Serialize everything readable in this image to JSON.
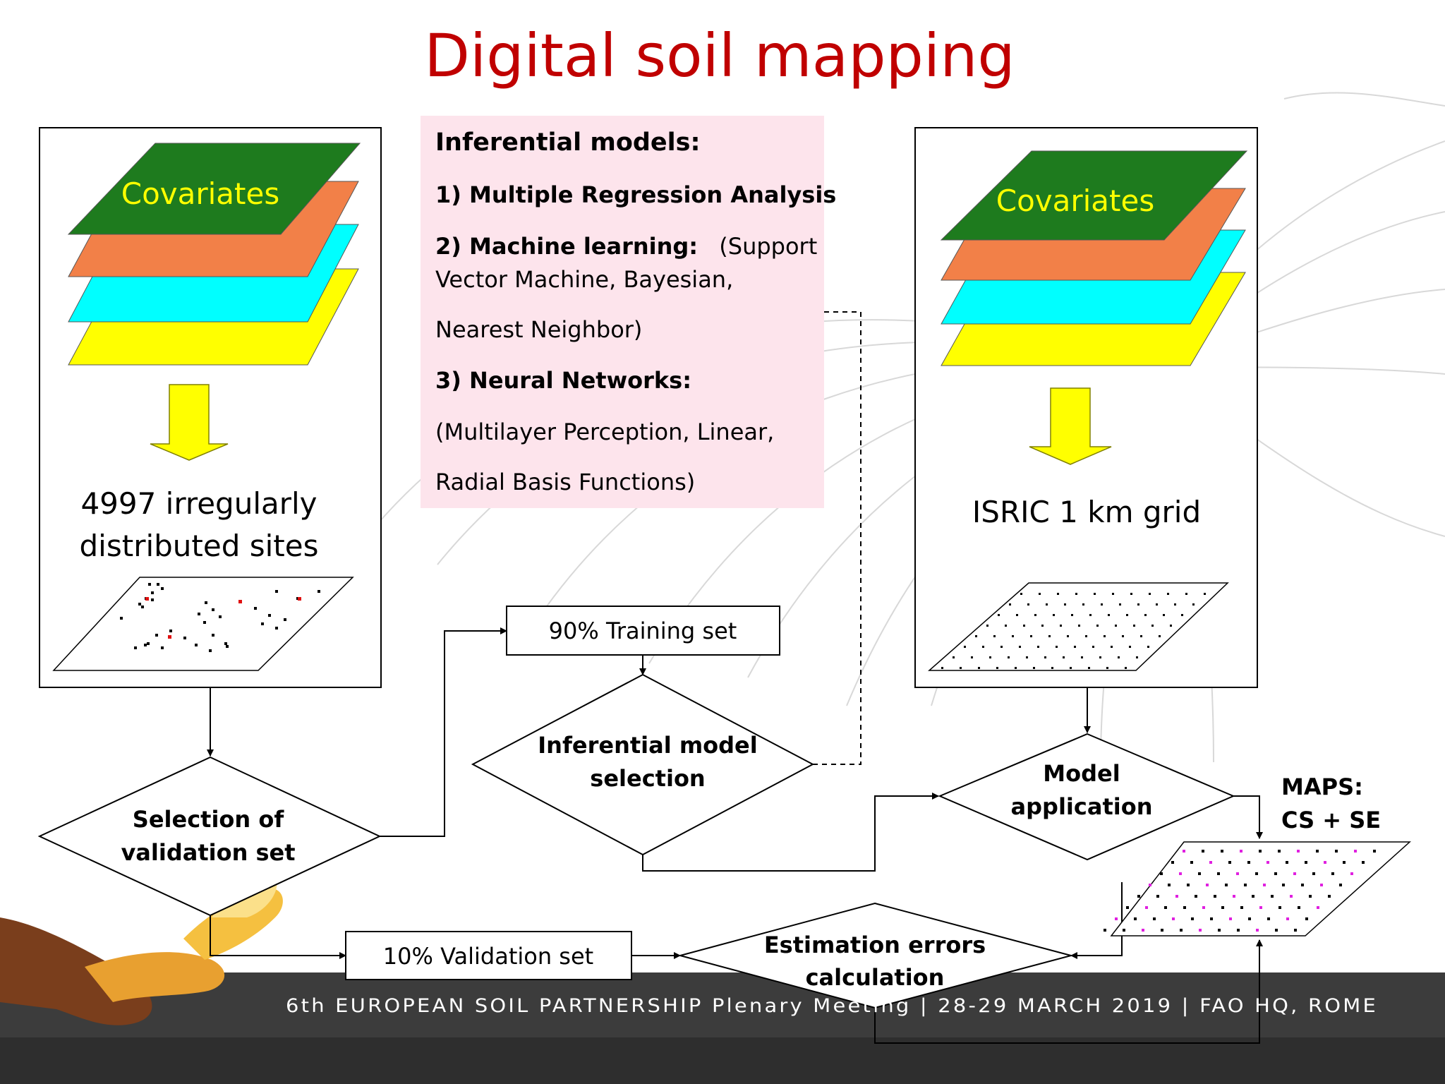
{
  "slide": {
    "title": "Digital soil mapping",
    "footer": "6th EUROPEAN SOIL PARTNERSHIP Plenary Meeting | 28-29 MARCH 2019 | FAO HQ, ROME"
  },
  "left_panel": {
    "layer_label": "Covariates",
    "sites_line1": "4997 irregularly",
    "sites_line2": "distributed sites"
  },
  "right_panel": {
    "layer_label": "Covariates",
    "grid_label": "ISRIC 1 km grid"
  },
  "models_box": {
    "heading": "Inferential models:",
    "item1": "1) Multiple Regression Analysis",
    "item2_bold": "2) Machine learning:",
    "item2_rest": "(Support",
    "item2_line2": "Vector Machine, Bayesian,",
    "item2_line3": "Nearest Neighbor)",
    "item3_bold": "3) Neural Networks:",
    "item3_line2": "(Multilayer Perception,  Linear,",
    "item3_line3": "Radial Basis Functions)"
  },
  "flow": {
    "selection_line1": "Selection of",
    "selection_line2": "validation set",
    "training": "90% Training set",
    "inferential_line1": "Inferential model",
    "inferential_line2": "selection",
    "validation": "10% Validation set",
    "estimation_line1": "Estimation errors",
    "estimation_line2": "calculation",
    "model_app_line1": "Model",
    "model_app_line2": "application",
    "maps_line1": "MAPS:",
    "maps_line2": "CS + SE"
  },
  "colors": {
    "title": "#c00000",
    "layer_green": "#1e7b1e",
    "layer_orange": "#f28048",
    "layer_cyan": "#00ffff",
    "layer_yellow": "#ffff00",
    "models_box": "#fde4ec",
    "footer_band": "#3c3c3c",
    "dot_red": "#e01010",
    "dot_magenta": "#e020e0"
  }
}
